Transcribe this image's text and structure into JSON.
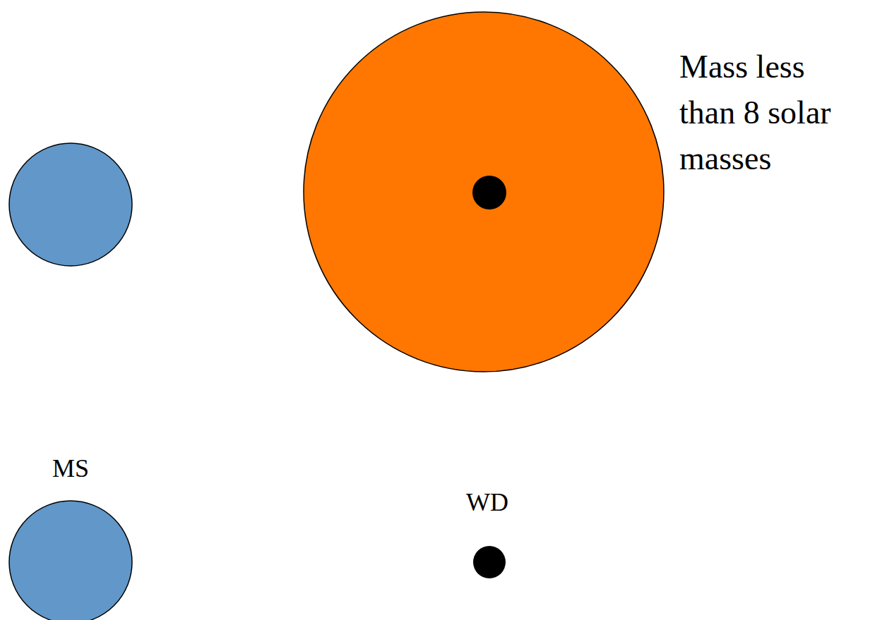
{
  "diagram": {
    "nodes": [
      {
        "text": [
          "Mass less than 8 solar masses"
        ]
      },
      {
        "text": [
          "MS"
        ]
      },
      {
        "text": [
          "WD"
        ]
      }
    ]
  }
}
